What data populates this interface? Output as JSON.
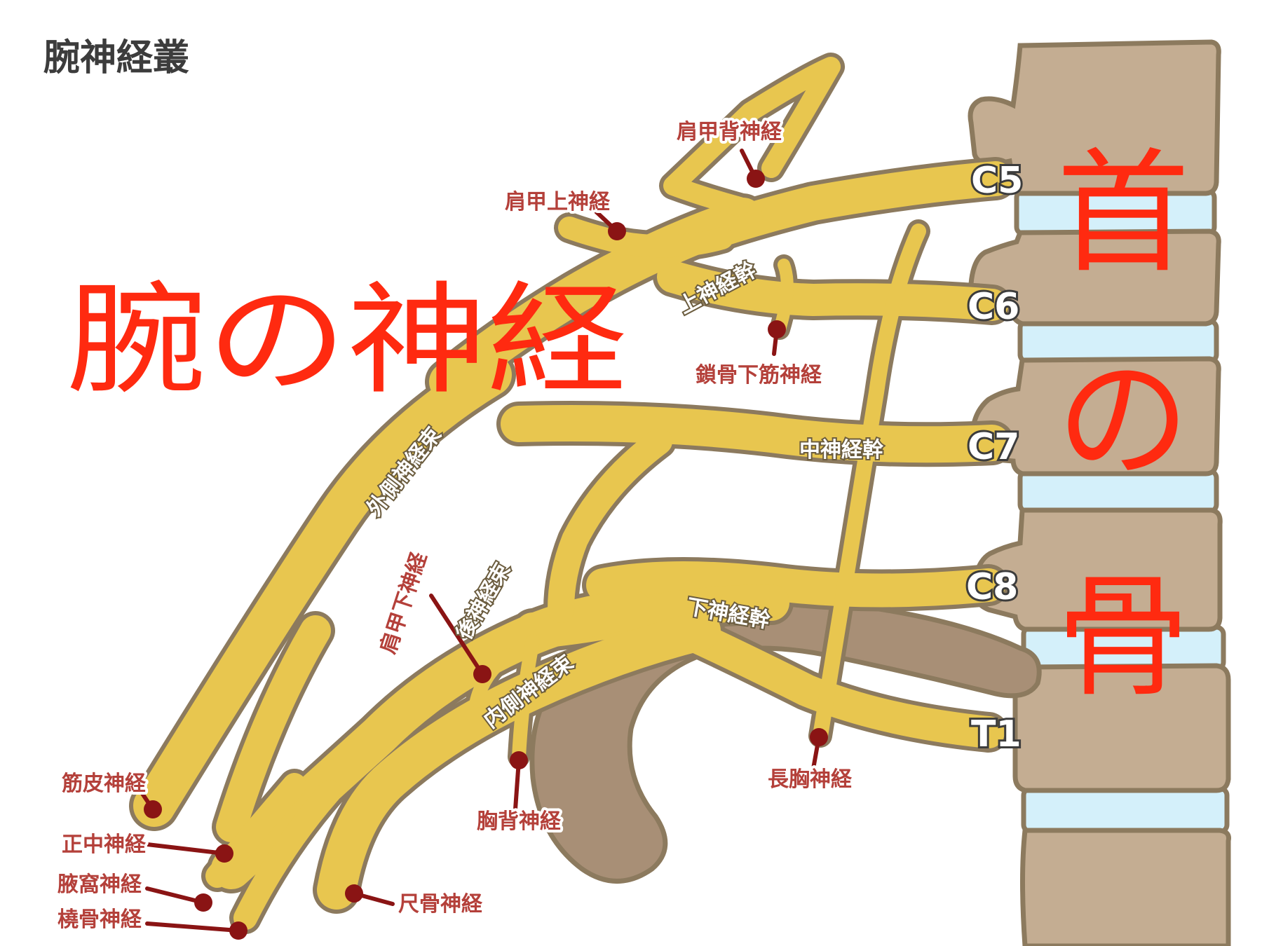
{
  "title": "腕神経叢",
  "big_left": "腕の神経",
  "big_right_1": "首",
  "big_right_2": "の",
  "big_right_3": "骨",
  "roots": [
    "C5",
    "C6",
    "C7",
    "C8",
    "T1"
  ],
  "trunks": {
    "upper": "上神経幹",
    "middle": "中神経幹",
    "lower": "下神経幹"
  },
  "cords": {
    "lateral": "外側神経束",
    "posterior": "後神経束",
    "medial": "内側神経束"
  },
  "branches": {
    "dorsal_scapular": "肩甲背神経",
    "suprascapular": "肩甲上神経",
    "subclavius": "鎖骨下筋神経",
    "subscapular": "肩甲下神経",
    "thoracodorsal": "胸背神経",
    "long_thoracic": "長胸神経",
    "musculocutaneous": "筋皮神経",
    "median": "正中神経",
    "axillary": "腋窩神経",
    "radial": "橈骨神経",
    "ulnar": "尺骨神経"
  },
  "colors": {
    "nerve": "#e8c64f",
    "nerve_outline": "#8c7a5e",
    "vertebra": "#c4ad92",
    "disc": "#d4f0fa",
    "rib": "#a88f76",
    "big_text": "#ff2a10",
    "label_red": "#b4403a",
    "marker": "#8a1414"
  }
}
